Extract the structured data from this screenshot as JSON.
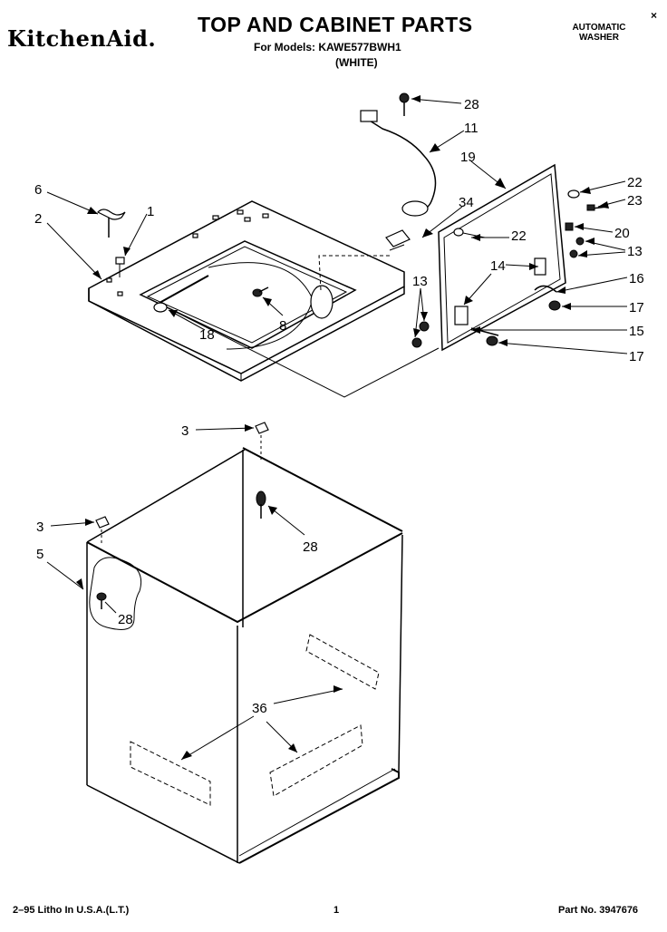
{
  "header": {
    "brand": "KitchenAid.",
    "title": "TOP AND CABINET PARTS",
    "models": "For Models: KAWE577BWH1",
    "color": "(WHITE)",
    "product_type_line1": "AUTOMATIC",
    "product_type_line2": "WASHER",
    "corner_mark": "×"
  },
  "callouts": {
    "c28a": "28",
    "c11": "11",
    "c19": "19",
    "c22a": "22",
    "c23": "23",
    "c34": "34",
    "c22b": "22",
    "c20": "20",
    "c13a": "13",
    "c14": "14",
    "c16": "16",
    "c17a": "17",
    "c13b": "13",
    "c15": "15",
    "c17b": "17",
    "c6": "6",
    "c1": "1",
    "c2": "2",
    "c8": "8",
    "c18": "18",
    "c3a": "3",
    "c28b": "28",
    "c3b": "3",
    "c5": "5",
    "c28c": "28",
    "c36": "36"
  },
  "footer": {
    "left": "2–95 Litho In U.S.A.(L.T.)",
    "center": "1",
    "right": "Part No. 3947676"
  }
}
